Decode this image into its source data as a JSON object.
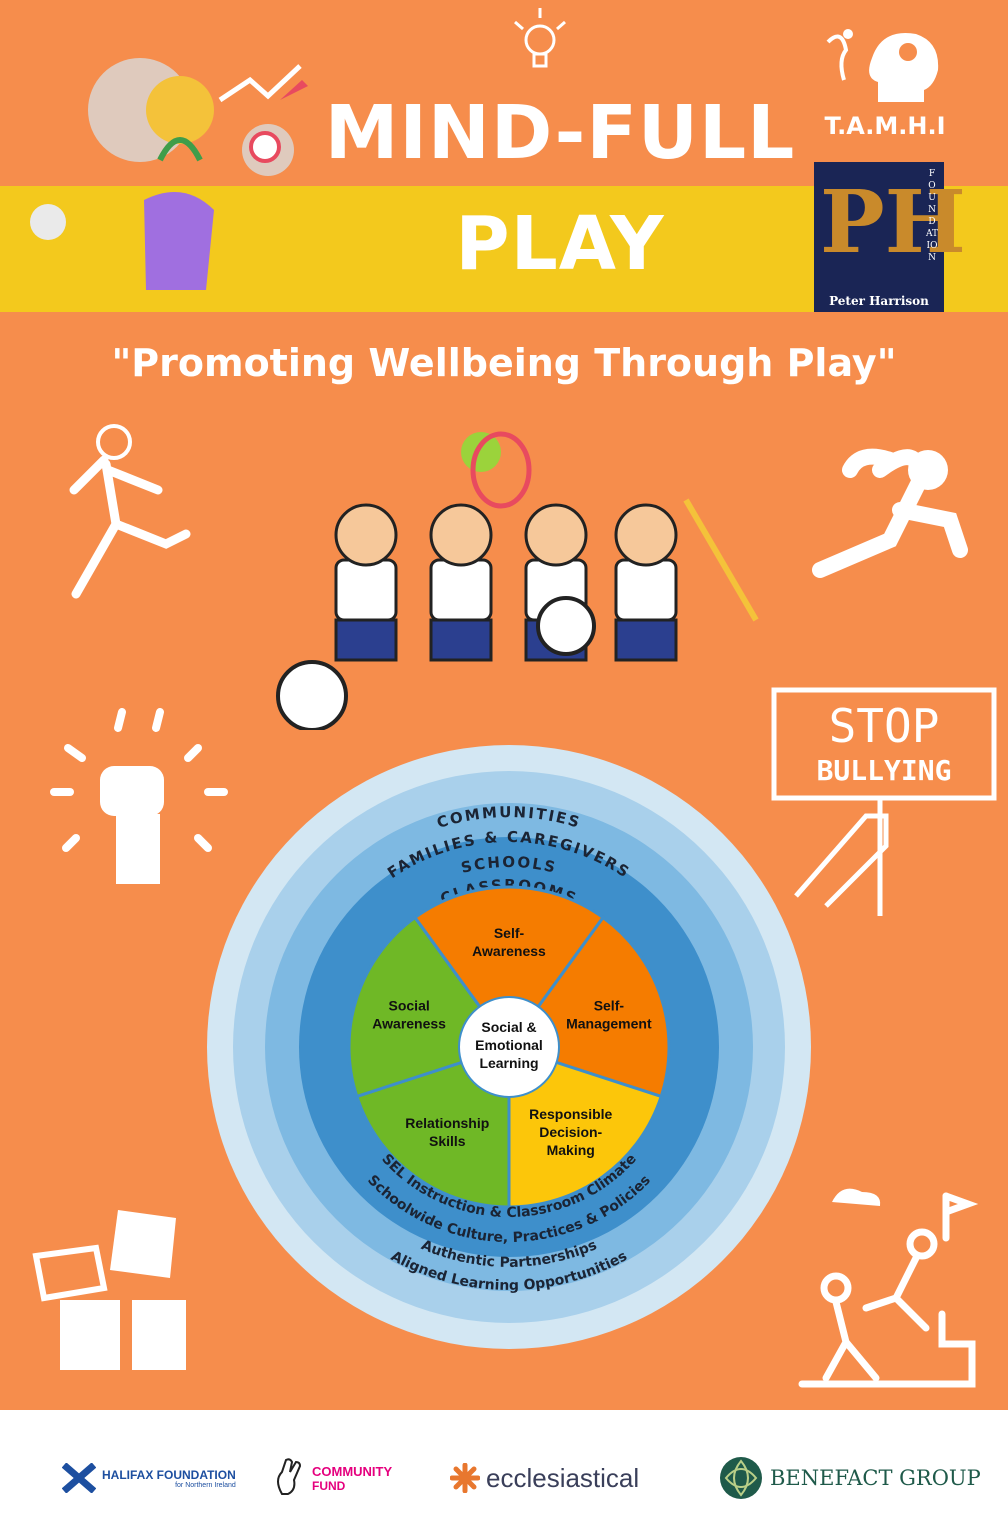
{
  "header": {
    "title_line1": "MIND-FULL",
    "title_line2": "PLAY",
    "tamhi_logo_text": "T.A.M.H.I",
    "foundation_logo_letters": "PH",
    "foundation_logo_side_text": "FOUNDATION",
    "foundation_logo_name": "Peter Harrison"
  },
  "tagline": "\"Promoting Wellbeing  Through Play\"",
  "stop_sign": {
    "line1": "STOP",
    "line2": "BULLYING"
  },
  "sel_wheel": {
    "center": [
      "Social &",
      "Emotional",
      "Learning"
    ],
    "segments": [
      {
        "lines": [
          "Self-",
          "Awareness"
        ],
        "color": "#f57c00"
      },
      {
        "lines": [
          "Self-",
          "Management"
        ],
        "color": "#f57c00"
      },
      {
        "lines": [
          "Responsible",
          "Decision-",
          "Making"
        ],
        "color": "#fcc60a"
      },
      {
        "lines": [
          "Relationship",
          "Skills"
        ],
        "color": "#6fb826"
      },
      {
        "lines": [
          "Social",
          "Awareness"
        ],
        "color": "#6fb826"
      }
    ],
    "rings_top": [
      "COMMUNITIES",
      "FAMILIES & CAREGIVERS",
      "SCHOOLS",
      "CLASSROOMS"
    ],
    "rings_bottom": [
      "SEL Instruction & Classroom Climate",
      "Schoolwide Culture, Practices & Policies",
      "Authentic Partnerships",
      "Aligned Learning Opportunities"
    ],
    "ring_colors": [
      "#d3e7f3",
      "#a9d0eb",
      "#7eb9e2",
      "#3e8fcb"
    ]
  },
  "footer": {
    "sponsors": [
      {
        "name": "HALIFAX FOUNDATION",
        "sub": "for Northern Ireland",
        "color": "#1d4fa0"
      },
      {
        "name": "COMMUNITY",
        "sub": "FUND",
        "color": "#e5007e"
      },
      {
        "name": "ecclesiastical",
        "color": "#3a3f5a"
      },
      {
        "name": "BENEFACT GROUP",
        "color": "#1f5a4a"
      }
    ]
  }
}
